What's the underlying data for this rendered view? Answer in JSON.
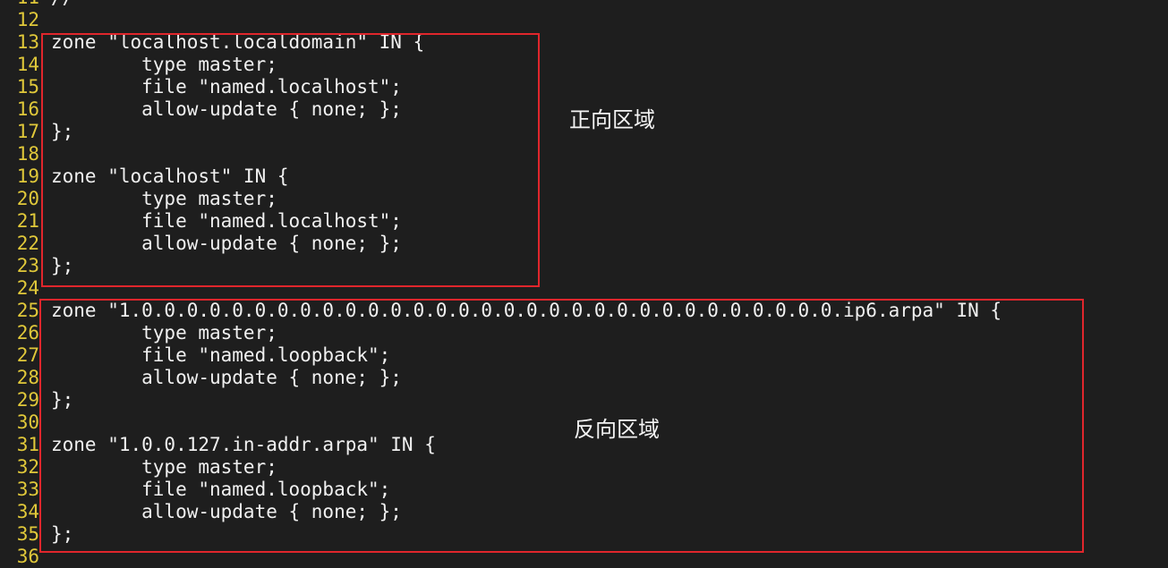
{
  "editor": {
    "lines": [
      {
        "num": "11",
        "text": "//"
      },
      {
        "num": "12",
        "text": ""
      },
      {
        "num": "13",
        "text": "zone \"localhost.localdomain\" IN {"
      },
      {
        "num": "14",
        "text": "        type master;"
      },
      {
        "num": "15",
        "text": "        file \"named.localhost\";"
      },
      {
        "num": "16",
        "text": "        allow-update { none; };"
      },
      {
        "num": "17",
        "text": "};"
      },
      {
        "num": "18",
        "text": ""
      },
      {
        "num": "19",
        "text": "zone \"localhost\" IN {"
      },
      {
        "num": "20",
        "text": "        type master;"
      },
      {
        "num": "21",
        "text": "        file \"named.localhost\";"
      },
      {
        "num": "22",
        "text": "        allow-update { none; };"
      },
      {
        "num": "23",
        "text": "};"
      },
      {
        "num": "24",
        "text": ""
      },
      {
        "num": "25",
        "text": "zone \"1.0.0.0.0.0.0.0.0.0.0.0.0.0.0.0.0.0.0.0.0.0.0.0.0.0.0.0.0.0.0.0.ip6.arpa\" IN {"
      },
      {
        "num": "26",
        "text": "        type master;"
      },
      {
        "num": "27",
        "text": "        file \"named.loopback\";"
      },
      {
        "num": "28",
        "text": "        allow-update { none; };"
      },
      {
        "num": "29",
        "text": "};"
      },
      {
        "num": "30",
        "text": ""
      },
      {
        "num": "31",
        "text": "zone \"1.0.0.127.in-addr.arpa\" IN {"
      },
      {
        "num": "32",
        "text": "        type master;"
      },
      {
        "num": "33",
        "text": "        file \"named.loopback\";"
      },
      {
        "num": "34",
        "text": "        allow-update { none; };"
      },
      {
        "num": "35",
        "text": "};"
      },
      {
        "num": "36",
        "text": ""
      }
    ]
  },
  "annotations": {
    "forward_zone_label": "正向区域",
    "reverse_zone_label": "反向区域"
  },
  "colors": {
    "background": "#1e1e1e",
    "line_number": "#e0c83a",
    "code_text": "#f0f0f0",
    "highlight_box": "#e0262c"
  }
}
